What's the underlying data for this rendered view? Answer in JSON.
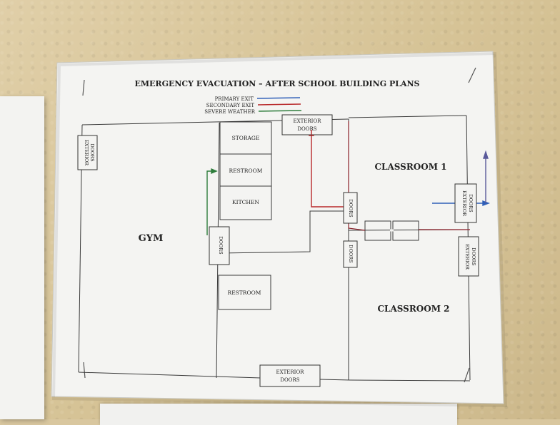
{
  "title": "EMERGENCY EVACUATION – AFTER SCHOOL BUILDING PLANS",
  "legend": [
    {
      "label": "PRIMARY EXIT",
      "color": "#2f5fb8"
    },
    {
      "label": "SECONDARY EXIT",
      "color": "#b8282a"
    },
    {
      "label": "SEVERE WEATHER",
      "color": "#2e7d3c"
    }
  ],
  "rooms": {
    "gym": "GYM",
    "storage": "STORAGE",
    "restroom_upper": "RESTROOM",
    "kitchen": "KITCHEN",
    "restroom_lower": "RESTROOM",
    "classroom1": "CLASSROOM 1",
    "classroom2": "CLASSROOM 2"
  },
  "doors": {
    "exterior_left": [
      "EXTERIOR",
      "DOORS"
    ],
    "exterior_top": [
      "EXTERIOR",
      "DOORS"
    ],
    "exterior_bottom": [
      "EXTERIOR",
      "DOORS"
    ],
    "exterior_right_upper": [
      "EXTERIOR",
      "DOORS"
    ],
    "exterior_right_lower": [
      "EXTERIOR",
      "DOORS"
    ],
    "gym_doors": "DOORS",
    "hall_doors_upper": "DOORS",
    "hall_doors_lower": "DOORS"
  }
}
